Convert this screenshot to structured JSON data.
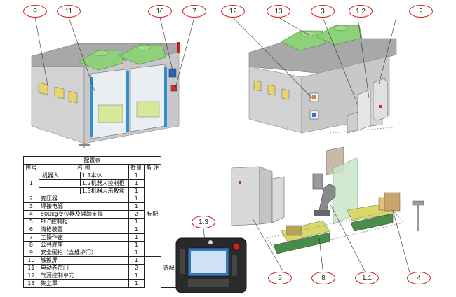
{
  "callouts": {
    "c9": "9",
    "c11": "11",
    "c10": "10",
    "c7": "7",
    "c12": "12",
    "c13": "13",
    "c3": "3",
    "c1_2": "1.2",
    "c2": "2",
    "c1_3": "1.3",
    "c5": "5",
    "c8": "8",
    "c1_1": "1.1",
    "c4": "4"
  },
  "table": {
    "caption": "配置表",
    "headers": [
      "序号",
      "名  称",
      "数量",
      "备 注"
    ],
    "robot": {
      "no": "1",
      "name": "机器人",
      "subs": [
        {
          "name": "1.1本体",
          "qty": "1"
        },
        {
          "name": "1.2机器人控制柜",
          "qty": "1"
        },
        {
          "name": "1.3机器人示教盒",
          "qty": "1"
        }
      ]
    },
    "standard_rows": [
      {
        "no": "2",
        "name": "变压器",
        "qty": "1"
      },
      {
        "no": "3",
        "name": "焊接电源",
        "qty": "1"
      },
      {
        "no": "4",
        "name": "500kg变位器及辅助支撑",
        "qty": "2"
      },
      {
        "no": "5",
        "name": "PLC控制柜",
        "qty": "1"
      },
      {
        "no": "6",
        "name": "清枪装置",
        "qty": "1"
      },
      {
        "no": "7",
        "name": "主操作盒",
        "qty": "1"
      },
      {
        "no": "8",
        "name": "公共底座",
        "qty": "1"
      }
    ],
    "optional_rows": [
      {
        "no": "9",
        "name": "安全围栏（含维护门）",
        "qty": "1"
      },
      {
        "no": "10",
        "name": "触摸屏",
        "qty": "1"
      },
      {
        "no": "11",
        "name": "电动卷帘门",
        "qty": "2"
      },
      {
        "no": "12",
        "name": "气源控制单元",
        "qty": "1"
      },
      {
        "no": "13",
        "name": "集尘罩",
        "qty": "1"
      }
    ],
    "standard_note": "标配",
    "optional_note": "选配"
  },
  "colors": {
    "callout_border": "#d02020",
    "hood": "#8fd07a",
    "wall": "#b9b9b9"
  }
}
